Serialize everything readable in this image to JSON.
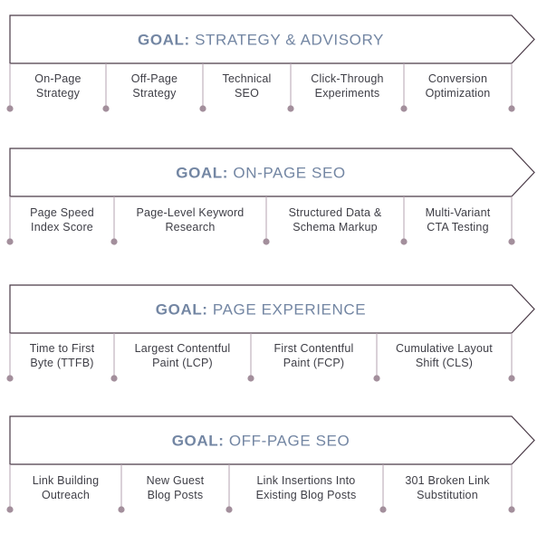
{
  "colors": {
    "outline": "#4a3a47",
    "divider": "#b6a3b0",
    "dot": "#a38f9c",
    "goal_text": "#7386a3",
    "item_text": "#3e3e46"
  },
  "goal_prefix": "GOAL:",
  "goals": [
    {
      "title": "STRATEGY & ADVISORY",
      "items": [
        {
          "lines": [
            "On-Page",
            "Strategy"
          ]
        },
        {
          "lines": [
            "Off-Page",
            "Strategy"
          ]
        },
        {
          "lines": [
            "Technical",
            "SEO"
          ]
        },
        {
          "lines": [
            "Click-Through",
            "Experiments"
          ]
        },
        {
          "lines": [
            "Conversion",
            "Optimization"
          ]
        }
      ]
    },
    {
      "title": "ON-PAGE SEO",
      "items": [
        {
          "lines": [
            "Page Speed",
            "Index Score"
          ]
        },
        {
          "lines": [
            "Page-Level Keyword",
            "Research"
          ]
        },
        {
          "lines": [
            "Structured Data &",
            "Schema Markup"
          ]
        },
        {
          "lines": [
            "Multi-Variant",
            "CTA Testing"
          ]
        }
      ]
    },
    {
      "title": "PAGE EXPERIENCE",
      "items": [
        {
          "lines": [
            "Time to First",
            "Byte (TTFB)"
          ]
        },
        {
          "lines": [
            "Largest Contentful",
            "Paint (LCP)"
          ]
        },
        {
          "lines": [
            "First Contentful",
            "Paint (FCP)"
          ]
        },
        {
          "lines": [
            "Cumulative Layout",
            "Shift (CLS)"
          ]
        }
      ]
    },
    {
      "title": "OFF-PAGE SEO",
      "items": [
        {
          "lines": [
            "Link Building",
            "Outreach"
          ]
        },
        {
          "lines": [
            "New Guest",
            "Blog Posts"
          ]
        },
        {
          "lines": [
            "Link Insertions Into",
            "Existing Blog Posts"
          ]
        },
        {
          "lines": [
            "301 Broken Link",
            "Substitution"
          ]
        }
      ]
    }
  ]
}
